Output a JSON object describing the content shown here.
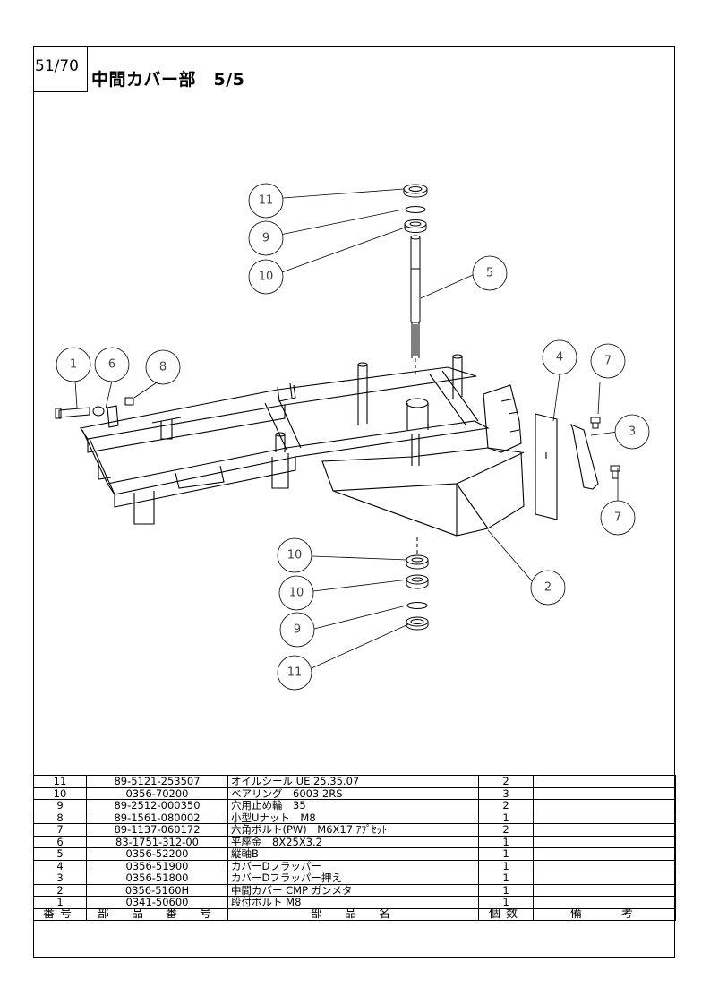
{
  "header": {
    "page_number": "51/70",
    "title": "中間カバー部　5/5"
  },
  "callouts": [
    "11",
    "9",
    "10",
    "5",
    "1",
    "6",
    "8",
    "4",
    "7",
    "3",
    "7",
    "2",
    "10",
    "10",
    "9",
    "11"
  ],
  "table": {
    "headers": [
      "番号",
      "部　品　番　号",
      "部　品　名",
      "個数",
      "備　　考"
    ],
    "rows": [
      {
        "no": "11",
        "part_number": "89-5121-253507",
        "name": "オイルシール UE 25.35.07",
        "qty": "2",
        "note": ""
      },
      {
        "no": "10",
        "part_number": "0356-70200",
        "name": "ベアリング　6003 2RS",
        "qty": "3",
        "note": ""
      },
      {
        "no": "9",
        "part_number": "89-2512-000350",
        "name": "穴用止め輪　35",
        "qty": "2",
        "note": ""
      },
      {
        "no": "8",
        "part_number": "89-1561-080002",
        "name": "小型Uナット　M8",
        "qty": "1",
        "note": ""
      },
      {
        "no": "7",
        "part_number": "89-1137-060172",
        "name": "六角ボルト(PW)　M6X17 ｱﾌﾟｾｯﾄ",
        "qty": "2",
        "note": ""
      },
      {
        "no": "6",
        "part_number": "83-1751-312-00",
        "name": "平座金　8X25X3.2",
        "qty": "1",
        "note": ""
      },
      {
        "no": "5",
        "part_number": "0356-52200",
        "name": "縦軸B",
        "qty": "1",
        "note": ""
      },
      {
        "no": "4",
        "part_number": "0356-51900",
        "name": "カバーDフラッパー",
        "qty": "1",
        "note": ""
      },
      {
        "no": "3",
        "part_number": "0356-51800",
        "name": "カバーDフラッパー押え",
        "qty": "1",
        "note": ""
      },
      {
        "no": "2",
        "part_number": "0356-5160H",
        "name": "中間カバー CMP ガンメタ",
        "qty": "1",
        "note": ""
      },
      {
        "no": "1",
        "part_number": "0341-50600",
        "name": "段付ボルト M8",
        "qty": "1",
        "note": ""
      }
    ]
  }
}
